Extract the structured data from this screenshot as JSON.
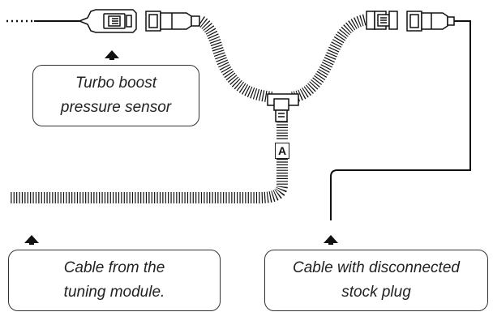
{
  "labels": {
    "turbo_sensor_line1": "Turbo boost",
    "turbo_sensor_line2": "pressure sensor",
    "tuning_cable_line1": "Cable from the",
    "tuning_cable_line2": "tuning module.",
    "stock_cable_line1": "Cable with disconnected",
    "stock_cable_line2": "stock plug",
    "connector_marker": "A"
  },
  "colors": {
    "line": "#111111",
    "box_border": "#333333",
    "text": "#222222"
  }
}
